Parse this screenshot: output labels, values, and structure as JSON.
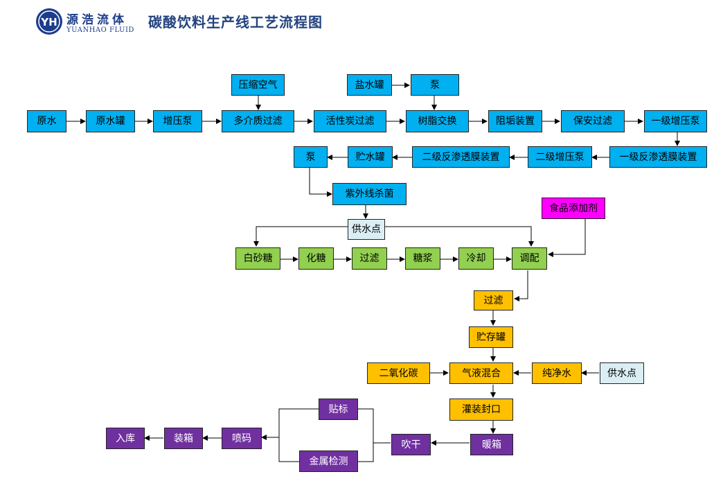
{
  "header": {
    "logo_initials": "YH",
    "brand_cn": "源浩流体",
    "brand_en": "YUANHAO FLUID",
    "title": "碳酸饮料生产线工艺流程图"
  },
  "colors": {
    "water_treatment": "#00b0f0",
    "supply_point": "#dbeef4",
    "syrup": "#92d050",
    "mixing_filling": "#ffc000",
    "packaging": "#7030a0",
    "additive": "#ff00ff",
    "brand": "#1d3d8c"
  },
  "nodes": [
    {
      "id": "raw-water",
      "label": "原水"
    },
    {
      "id": "raw-water-tank",
      "label": "原水罐"
    },
    {
      "id": "booster-pump",
      "label": "增压泵"
    },
    {
      "id": "compressed-air",
      "label": "压缩空气"
    },
    {
      "id": "multimedia-filter",
      "label": "多介质过滤"
    },
    {
      "id": "activated-carbon-filter",
      "label": "活性炭过滤"
    },
    {
      "id": "brine-tank",
      "label": "盐水罐"
    },
    {
      "id": "pump-top",
      "label": "泵"
    },
    {
      "id": "resin-exchange",
      "label": "树脂交换"
    },
    {
      "id": "antiscalant-device",
      "label": "阻垢装置"
    },
    {
      "id": "security-filter",
      "label": "保安过滤"
    },
    {
      "id": "primary-booster-pump",
      "label": "一级增压泵"
    },
    {
      "id": "primary-ro",
      "label": "一级反渗透膜装置"
    },
    {
      "id": "secondary-booster-pump",
      "label": "二级增压泵"
    },
    {
      "id": "secondary-ro",
      "label": "二级反渗透膜装置"
    },
    {
      "id": "storage-water-tank",
      "label": "贮水罐"
    },
    {
      "id": "pump-2",
      "label": "泵"
    },
    {
      "id": "uv-sterilization",
      "label": "紫外线杀菌"
    },
    {
      "id": "water-supply-point",
      "label": "供水点"
    },
    {
      "id": "food-additive",
      "label": "食品添加剂"
    },
    {
      "id": "white-sugar",
      "label": "白砂糖"
    },
    {
      "id": "sugar-dissolving",
      "label": "化糖"
    },
    {
      "id": "syrup-filter",
      "label": "过滤"
    },
    {
      "id": "syrup",
      "label": "糖浆"
    },
    {
      "id": "cooling",
      "label": "冷却"
    },
    {
      "id": "blending",
      "label": "调配"
    },
    {
      "id": "filter-2",
      "label": "过滤"
    },
    {
      "id": "storage-tank",
      "label": "贮存罐"
    },
    {
      "id": "co2",
      "label": "二氧化碳"
    },
    {
      "id": "gas-liquid-mixing",
      "label": "气液混合"
    },
    {
      "id": "purified-water",
      "label": "纯净水"
    },
    {
      "id": "water-supply-point-2",
      "label": "供水点"
    },
    {
      "id": "filling-sealing",
      "label": "灌装封口"
    },
    {
      "id": "warming-box",
      "label": "暖箱"
    },
    {
      "id": "blow-dry",
      "label": "吹干"
    },
    {
      "id": "labeling",
      "label": "贴标"
    },
    {
      "id": "metal-detection",
      "label": "金属检测"
    },
    {
      "id": "inkjet-coding",
      "label": "喷码"
    },
    {
      "id": "boxing",
      "label": "装箱"
    },
    {
      "id": "warehousing",
      "label": "入库"
    }
  ]
}
